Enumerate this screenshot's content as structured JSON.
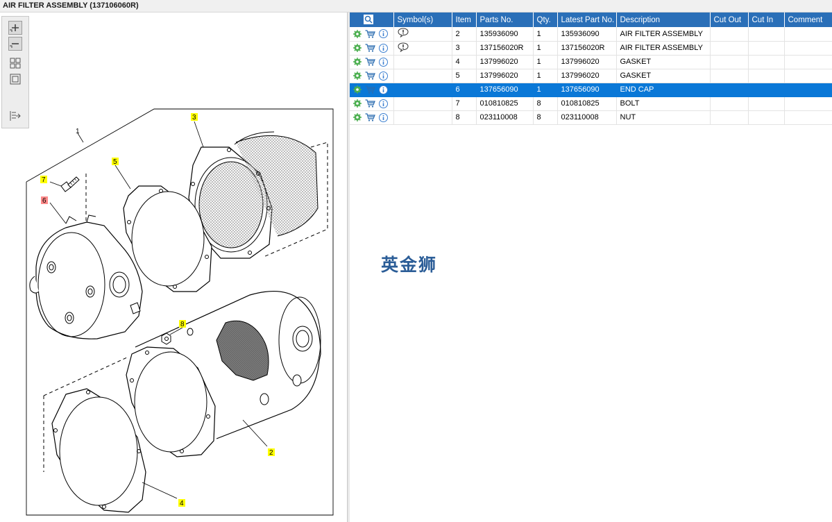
{
  "window": {
    "title": "AIR FILTER ASSEMBLY (137106060R)"
  },
  "toolbar": {
    "buttons": [
      {
        "name": "zoom-in-icon"
      },
      {
        "name": "zoom-out-icon"
      },
      {
        "name": "fit-all-icon"
      },
      {
        "name": "fit-window-icon"
      },
      {
        "name": "export-icon"
      }
    ]
  },
  "drawing": {
    "callouts": {
      "assembly": "1",
      "filter": "3",
      "gasket_top": "5",
      "bolt": "7",
      "end_cap": "6",
      "nut": "8",
      "body": "2",
      "gasket_bottom": "4"
    },
    "highlight_color": "#ffff00",
    "selected_color": "#ff8a8a"
  },
  "table": {
    "columns": [
      "Symbol(s)",
      "Item",
      "Parts No.",
      "Qty.",
      "Latest Part No.",
      "Description",
      "Cut Out",
      "Cut In",
      "Comment"
    ],
    "rows": [
      {
        "symbol": "exclamation-speech-icon",
        "item": "2",
        "part_no": "135936090",
        "qty": "1",
        "latest": "135936090",
        "desc": "AIR FILTER ASSEMBLY",
        "cut_out": "",
        "cut_in": "",
        "comment": ""
      },
      {
        "symbol": "exclamation-speech-icon",
        "item": "3",
        "part_no": "137156020R",
        "qty": "1",
        "latest": "137156020R",
        "desc": "AIR FILTER ASSEMBLY",
        "cut_out": "",
        "cut_in": "",
        "comment": ""
      },
      {
        "symbol": "",
        "item": "4",
        "part_no": "137996020",
        "qty": "1",
        "latest": "137996020",
        "desc": "GASKET",
        "cut_out": "",
        "cut_in": "",
        "comment": ""
      },
      {
        "symbol": "",
        "item": "5",
        "part_no": "137996020",
        "qty": "1",
        "latest": "137996020",
        "desc": "GASKET",
        "cut_out": "",
        "cut_in": "",
        "comment": ""
      },
      {
        "symbol": "",
        "item": "6",
        "part_no": "137656090",
        "qty": "1",
        "latest": "137656090",
        "desc": "END CAP",
        "cut_out": "",
        "cut_in": "",
        "comment": "",
        "selected": true
      },
      {
        "symbol": "",
        "item": "7",
        "part_no": "010810825",
        "qty": "8",
        "latest": "010810825",
        "desc": "BOLT",
        "cut_out": "",
        "cut_in": "",
        "comment": ""
      },
      {
        "symbol": "",
        "item": "8",
        "part_no": "023110008",
        "qty": "8",
        "latest": "023110008",
        "desc": "NUT",
        "cut_out": "",
        "cut_in": "",
        "comment": ""
      }
    ]
  },
  "watermark": "英金狮",
  "colors": {
    "header_bg": "#2a6fb8",
    "selected_row": "#0a78d7",
    "gear_icon": "#4caf50",
    "cart_icon": "#2b6cb0",
    "info_icon": "#3b7fd0"
  }
}
